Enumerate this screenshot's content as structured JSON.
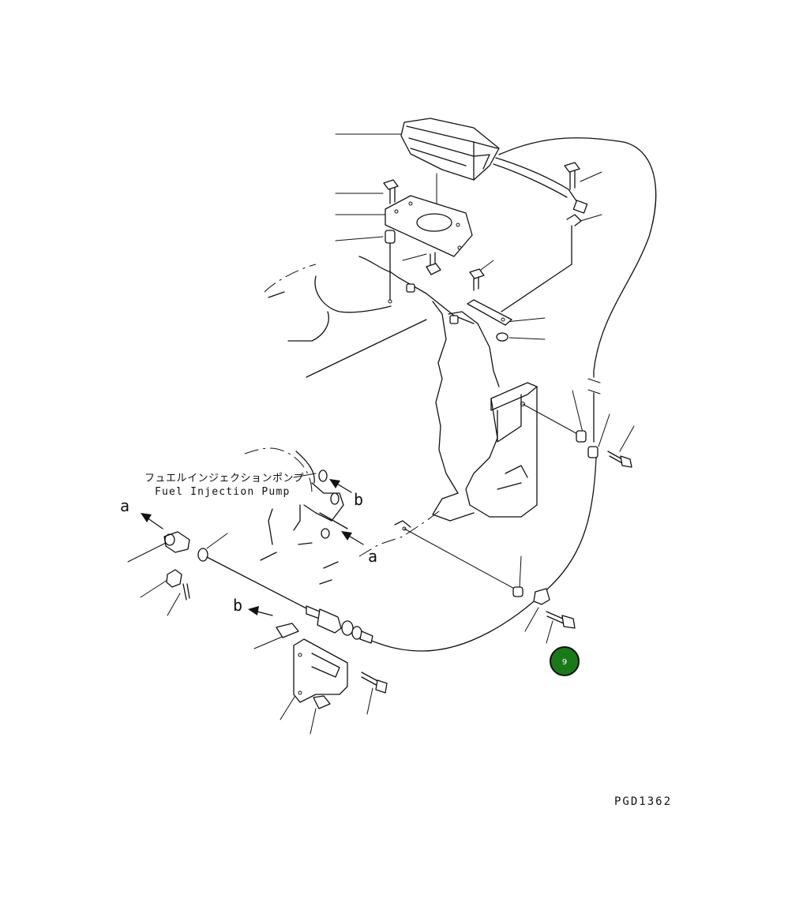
{
  "labels": {
    "fuel_pump_jp": "フュエルインジェクションポンプ",
    "fuel_pump_en": "Fuel Injection Pump",
    "drawing_code": "PGD1362"
  },
  "callouts": {
    "a_left": "a",
    "b_upper": "b",
    "a_lower": "a",
    "b_lower": "b"
  },
  "marker": {
    "label": "9",
    "fill": "#1a7a1a",
    "ring": "#111111"
  },
  "colors": {
    "line": "#111111",
    "background": "#ffffff"
  }
}
